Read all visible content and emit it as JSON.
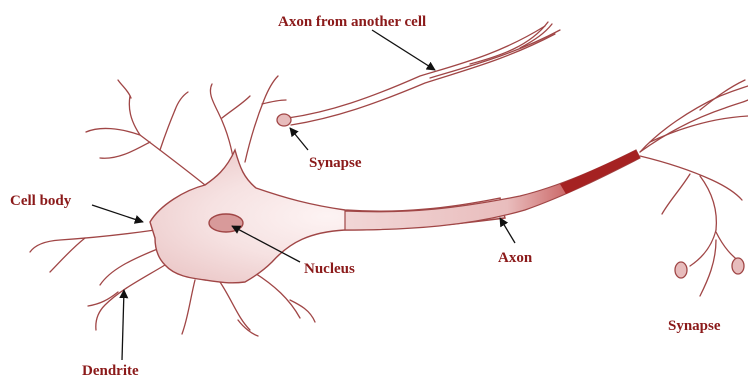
{
  "labels": {
    "axon_from_another_cell": "Axon from another cell",
    "synapse_top": "Synapse",
    "cell_body": "Cell body",
    "nucleus": "Nucleus",
    "axon": "Axon",
    "dendrite": "Dendrite",
    "synapse_right": "Synapse"
  },
  "colors": {
    "label_text": "#8b1a1a",
    "outline": "#a04646",
    "cell_fill": "#f3dada",
    "cell_fill_center": "#fdf3f3",
    "nucleus_fill": "#d89a9a",
    "myelin_dark": "#a52222",
    "arrow": "#111111"
  }
}
